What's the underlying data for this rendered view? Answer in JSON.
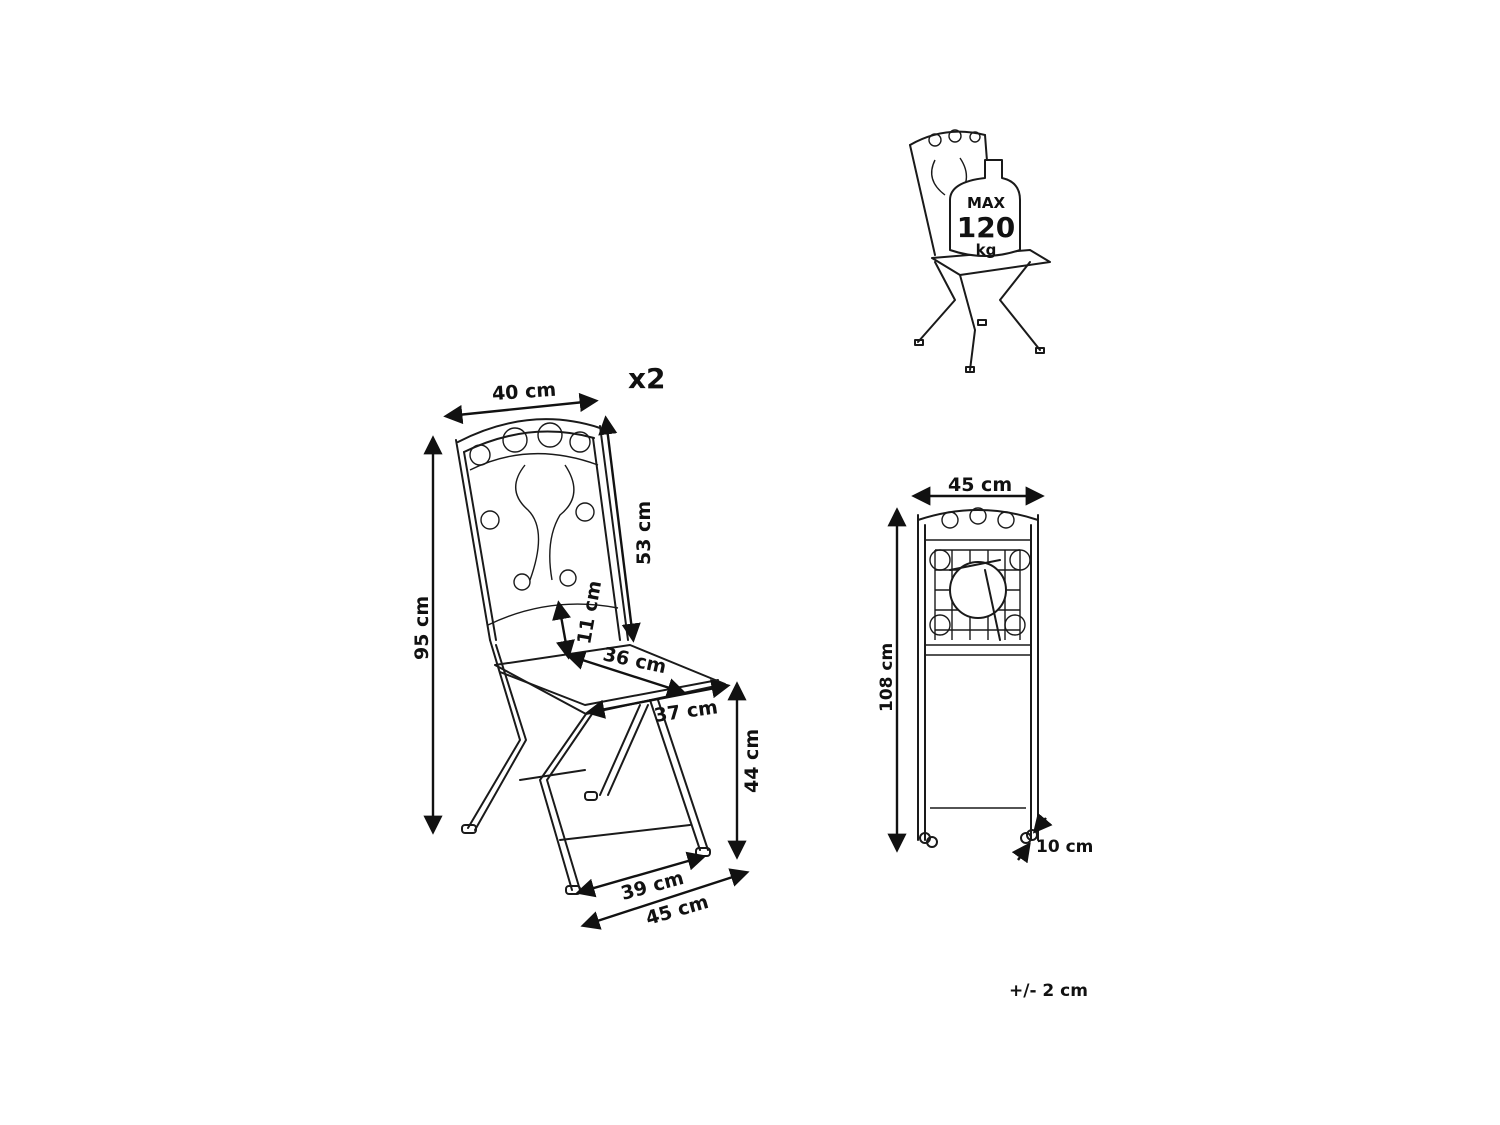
{
  "quantity": "x2",
  "side_view": {
    "back_width": "40 cm",
    "total_height": "95 cm",
    "back_height": "53 cm",
    "back_to_seat_gap": "11 cm",
    "seat_depth": "36 cm",
    "seat_width": "37 cm",
    "seat_height": "44 cm",
    "leg_depth": "39 cm",
    "base_width": "45 cm"
  },
  "load_badge": {
    "line1": "MAX",
    "line2": "120",
    "line3": "kg"
  },
  "folded_view": {
    "width": "45 cm",
    "height": "108 cm",
    "depth": "10 cm"
  },
  "tolerance": "+/- 2 cm"
}
